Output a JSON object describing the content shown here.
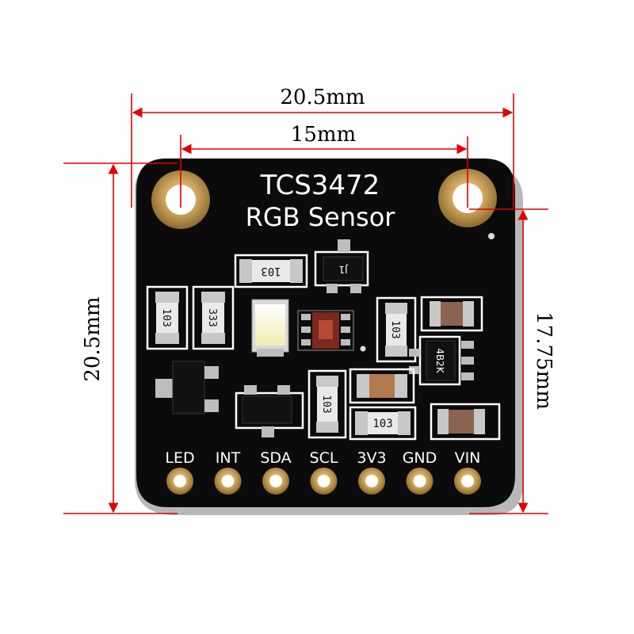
{
  "board": {
    "title_line1": "TCS3472",
    "title_line2": "RGB Sensor",
    "pins": [
      "LED",
      "INT",
      "SDA",
      "SCL",
      "3V3",
      "GND",
      "VIN"
    ],
    "component_codes": {
      "r_top": "103",
      "r_left1": "103",
      "r_left2": "333",
      "r_mid": "103",
      "r_lower": "103",
      "r_bottom": "103",
      "reg_ic": "4B2K",
      "sot_top": "J1"
    }
  },
  "dimensions": {
    "outer_width": "20.5mm",
    "hole_spacing": "15mm",
    "outer_height": "20.5mm",
    "hole_height": "17.75mm"
  },
  "colors": {
    "pcb": "#0b0b0b",
    "pcb_edge": "#bcbcbc",
    "gold": "#c9a25a",
    "dimension_line": "#e00000",
    "silkscreen": "#ffffff"
  }
}
